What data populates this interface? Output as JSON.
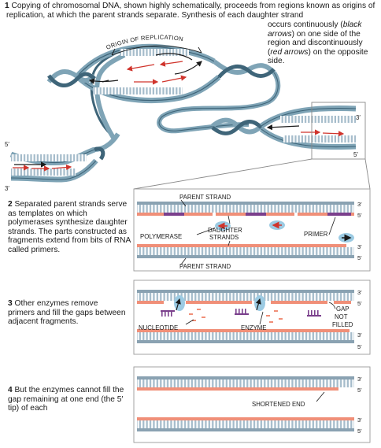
{
  "steps": [
    {
      "num": "1",
      "text": "Copying of chromosomal DNA, shown highly schematically, proceeds from regions known as origins of replication, at which the parent strands separate. Synthesis of each daughter strand"
    },
    {
      "num": "2",
      "text": "Separated parent strands serve as templates on which polymerases synthesize daughter strands. The parts constructed as fragments extend from bits of RNA called primers."
    },
    {
      "num": "3",
      "text": "Other enzymes remove primers and fill the gaps between adjacent fragments."
    },
    {
      "num": "4",
      "text": "But the enzymes cannot fill the gap remaining at one end (the 5′ tip) of each"
    }
  ],
  "step1_continued": {
    "before_black": "occurs continuously (",
    "black_arrows": "black arrows",
    "middle": ") on one side of the region and discontinuously (",
    "red_arrows": "red arrows",
    "after": ") on the opposite side."
  },
  "labels": {
    "origin": "ORIGIN OF REPLICATION",
    "parent_strand": "PARENT STRAND",
    "daughter_strands": [
      "DAUGHTER",
      "STRANDS"
    ],
    "polymerase": "POLYMERASE",
    "primer": "PRIMER",
    "nucleotide": "NUCLEOTIDE",
    "enzyme": "ENZYME",
    "gap_not_filled": [
      "GAP",
      "NOT",
      "FILLED"
    ],
    "shortened_end": "SHORTENED END"
  },
  "ends": {
    "three_prime": "3′",
    "five_prime": "5′"
  },
  "colors": {
    "dna_blue": "#7fa4b6",
    "dna_dark": "#3f6579",
    "parent_strand": "#8aa2b2",
    "daughter_strand": "#f08f78",
    "primer": "#7a3f8c",
    "polymerase": "#9ccbe3",
    "arrow_red": "#d0342c",
    "arrow_black": "#1a1a1a",
    "panel_border": "#9a9a9a"
  }
}
